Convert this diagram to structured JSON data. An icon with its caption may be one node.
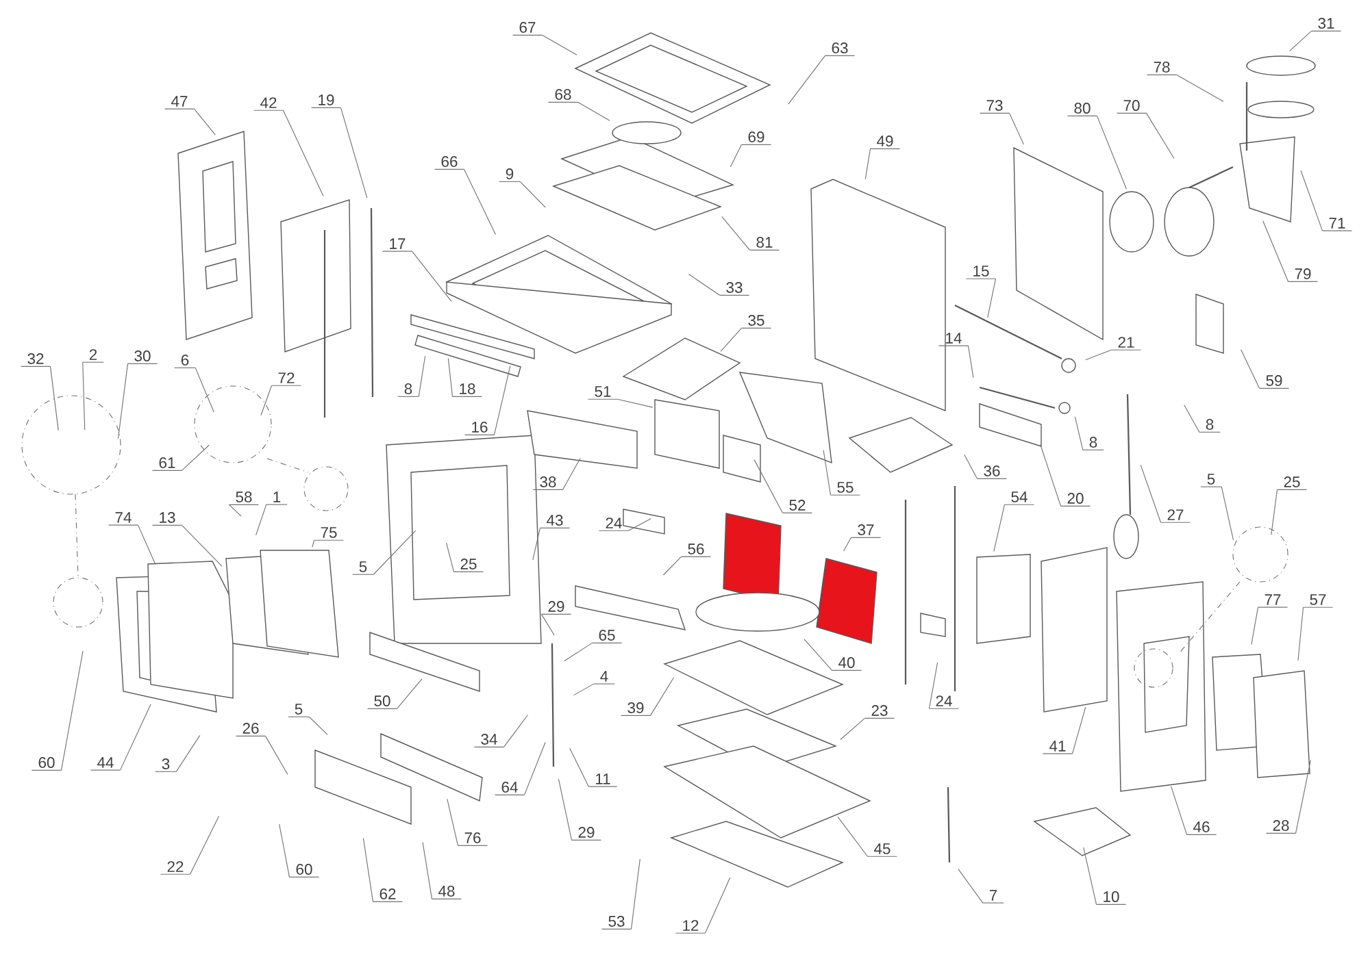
{
  "diagram": {
    "nodes": [
      {
        "text": [
          "67"
        ]
      },
      {
        "text": [
          "63"
        ]
      },
      {
        "text": [
          "31"
        ]
      },
      {
        "text": [
          "78"
        ]
      },
      {
        "text": [
          "68"
        ]
      },
      {
        "text": [
          "47"
        ]
      },
      {
        "text": [
          "42"
        ]
      },
      {
        "text": [
          "19"
        ]
      },
      {
        "text": [
          "73"
        ]
      },
      {
        "text": [
          "80"
        ]
      },
      {
        "text": [
          "70"
        ]
      },
      {
        "text": [
          "69"
        ]
      },
      {
        "text": [
          "49"
        ]
      },
      {
        "text": [
          "66"
        ]
      },
      {
        "text": [
          "9"
        ]
      },
      {
        "text": [
          "71"
        ]
      },
      {
        "text": [
          "81"
        ]
      },
      {
        "text": [
          "17"
        ]
      },
      {
        "text": [
          "79"
        ]
      },
      {
        "text": [
          "15"
        ]
      },
      {
        "text": [
          "33"
        ]
      },
      {
        "text": [
          "35"
        ]
      },
      {
        "text": [
          "14"
        ]
      },
      {
        "text": [
          "21"
        ]
      },
      {
        "text": [
          "32"
        ]
      },
      {
        "text": [
          "2"
        ]
      },
      {
        "text": [
          "30"
        ]
      },
      {
        "text": [
          "6"
        ]
      },
      {
        "text": [
          "72"
        ]
      },
      {
        "text": [
          "59"
        ]
      },
      {
        "text": [
          "8"
        ]
      },
      {
        "text": [
          "18"
        ]
      },
      {
        "text": [
          "51"
        ]
      },
      {
        "text": [
          "8"
        ]
      },
      {
        "text": [
          "16"
        ]
      },
      {
        "text": [
          "8"
        ]
      },
      {
        "text": [
          "61"
        ]
      },
      {
        "text": [
          "36"
        ]
      },
      {
        "text": [
          "38"
        ]
      },
      {
        "text": [
          "55"
        ]
      },
      {
        "text": [
          "5"
        ]
      },
      {
        "text": [
          "25"
        ]
      },
      {
        "text": [
          "20"
        ]
      },
      {
        "text": [
          "58"
        ]
      },
      {
        "text": [
          "1"
        ]
      },
      {
        "text": [
          "52"
        ]
      },
      {
        "text": [
          "27"
        ]
      },
      {
        "text": [
          "74"
        ]
      },
      {
        "text": [
          "13"
        ]
      },
      {
        "text": [
          "43"
        ]
      },
      {
        "text": [
          "24"
        ]
      },
      {
        "text": [
          "37"
        ]
      },
      {
        "text": [
          "75"
        ]
      },
      {
        "text": [
          "5"
        ]
      },
      {
        "text": [
          "25"
        ]
      },
      {
        "text": [
          "56"
        ]
      },
      {
        "text": [
          "54"
        ]
      },
      {
        "text": [
          "29"
        ]
      },
      {
        "text": [
          "77"
        ]
      },
      {
        "text": [
          "57"
        ]
      },
      {
        "text": [
          "65"
        ]
      },
      {
        "text": [
          "40"
        ]
      },
      {
        "text": [
          "4"
        ]
      },
      {
        "text": [
          "50"
        ]
      },
      {
        "text": [
          "24"
        ]
      },
      {
        "text": [
          "39"
        ]
      },
      {
        "text": [
          "5"
        ]
      },
      {
        "text": [
          "23"
        ]
      },
      {
        "text": [
          "26"
        ]
      },
      {
        "text": [
          "34"
        ]
      },
      {
        "text": [
          "41"
        ]
      },
      {
        "text": [
          "60"
        ]
      },
      {
        "text": [
          "44"
        ]
      },
      {
        "text": [
          "3"
        ]
      },
      {
        "text": [
          "11"
        ]
      },
      {
        "text": [
          "64"
        ]
      },
      {
        "text": [
          "46"
        ]
      },
      {
        "text": [
          "28"
        ]
      },
      {
        "text": [
          "29"
        ]
      },
      {
        "text": [
          "76"
        ]
      },
      {
        "text": [
          "45"
        ]
      },
      {
        "text": [
          "22"
        ]
      },
      {
        "text": [
          "60"
        ]
      },
      {
        "text": [
          "48"
        ]
      },
      {
        "text": [
          "62"
        ]
      },
      {
        "text": [
          "7"
        ]
      },
      {
        "text": [
          "10"
        ]
      },
      {
        "text": [
          "53"
        ]
      },
      {
        "text": [
          "12"
        ]
      }
    ],
    "edges": [
      {
        "from": 0,
        "to": null,
        "arrow": "none"
      },
      {
        "from": 1,
        "to": null,
        "arrow": "none"
      },
      {
        "from": 2,
        "to": null,
        "arrow": "none"
      },
      {
        "from": 3,
        "to": null,
        "arrow": "none"
      },
      {
        "from": 4,
        "to": null,
        "arrow": "none"
      },
      {
        "from": 5,
        "to": null,
        "arrow": "none"
      },
      {
        "from": 6,
        "to": null,
        "arrow": "none"
      },
      {
        "from": 7,
        "to": null,
        "arrow": "none"
      },
      {
        "from": 8,
        "to": null,
        "arrow": "none"
      },
      {
        "from": 9,
        "to": null,
        "arrow": "none"
      },
      {
        "from": 10,
        "to": null,
        "arrow": "none"
      },
      {
        "from": 11,
        "to": null,
        "arrow": "none"
      },
      {
        "from": 12,
        "to": null,
        "arrow": "none"
      },
      {
        "from": 13,
        "to": null,
        "arrow": "none"
      },
      {
        "from": 14,
        "to": null,
        "arrow": "none"
      },
      {
        "from": 15,
        "to": null,
        "arrow": "none"
      },
      {
        "from": 16,
        "to": null,
        "arrow": "none"
      },
      {
        "from": 17,
        "to": null,
        "arrow": "none"
      },
      {
        "from": 18,
        "to": null,
        "arrow": "none"
      },
      {
        "from": 19,
        "to": null,
        "arrow": "none"
      },
      {
        "from": 20,
        "to": null,
        "arrow": "none"
      },
      {
        "from": 21,
        "to": null,
        "arrow": "none"
      },
      {
        "from": 22,
        "to": null,
        "arrow": "none"
      },
      {
        "from": 23,
        "to": null,
        "arrow": "none"
      },
      {
        "from": 24,
        "to": null,
        "arrow": "none"
      },
      {
        "from": 25,
        "to": null,
        "arrow": "none"
      },
      {
        "from": 26,
        "to": null,
        "arrow": "none"
      },
      {
        "from": 27,
        "to": null,
        "arrow": "none"
      },
      {
        "from": 28,
        "to": null,
        "arrow": "none"
      },
      {
        "from": 29,
        "to": null,
        "arrow": "none"
      },
      {
        "from": 30,
        "to": null,
        "arrow": "none"
      },
      {
        "from": 31,
        "to": null,
        "arrow": "none"
      },
      {
        "from": 32,
        "to": null,
        "arrow": "none"
      },
      {
        "from": 33,
        "to": null,
        "arrow": "none"
      },
      {
        "from": 34,
        "to": null,
        "arrow": "none"
      },
      {
        "from": 35,
        "to": null,
        "arrow": "none"
      },
      {
        "from": 36,
        "to": null,
        "arrow": "none"
      },
      {
        "from": 37,
        "to": null,
        "arrow": "none"
      },
      {
        "from": 38,
        "to": null,
        "arrow": "none"
      },
      {
        "from": 39,
        "to": null,
        "arrow": "none"
      },
      {
        "from": 40,
        "to": null,
        "arrow": "none"
      },
      {
        "from": 41,
        "to": null,
        "arrow": "none"
      },
      {
        "from": 42,
        "to": null,
        "arrow": "none"
      },
      {
        "from": 43,
        "to": null,
        "arrow": "none"
      },
      {
        "from": 44,
        "to": null,
        "arrow": "none"
      },
      {
        "from": 45,
        "to": null,
        "arrow": "none"
      },
      {
        "from": 46,
        "to": null,
        "arrow": "none"
      },
      {
        "from": 47,
        "to": null,
        "arrow": "none"
      },
      {
        "from": 48,
        "to": null,
        "arrow": "none"
      },
      {
        "from": 49,
        "to": null,
        "arrow": "none"
      },
      {
        "from": 50,
        "to": null,
        "arrow": "none"
      },
      {
        "from": 51,
        "to": null,
        "arrow": "none"
      },
      {
        "from": 52,
        "to": null,
        "arrow": "none"
      },
      {
        "from": 53,
        "to": null,
        "arrow": "none"
      },
      {
        "from": 54,
        "to": null,
        "arrow": "none"
      },
      {
        "from": 55,
        "to": null,
        "arrow": "none"
      },
      {
        "from": 56,
        "to": null,
        "arrow": "none"
      },
      {
        "from": 57,
        "to": null,
        "arrow": "none"
      },
      {
        "from": 58,
        "to": null,
        "arrow": "none"
      },
      {
        "from": 59,
        "to": null,
        "arrow": "none"
      },
      {
        "from": 60,
        "to": null,
        "arrow": "none"
      },
      {
        "from": 61,
        "to": null,
        "arrow": "none"
      },
      {
        "from": 62,
        "to": null,
        "arrow": "none"
      },
      {
        "from": 63,
        "to": null,
        "arrow": "none"
      },
      {
        "from": 64,
        "to": null,
        "arrow": "none"
      },
      {
        "from": 65,
        "to": null,
        "arrow": "none"
      },
      {
        "from": 66,
        "to": null,
        "arrow": "none"
      },
      {
        "from": 67,
        "to": null,
        "arrow": "none"
      },
      {
        "from": 68,
        "to": null,
        "arrow": "none"
      },
      {
        "from": 69,
        "to": null,
        "arrow": "none"
      },
      {
        "from": 70,
        "to": null,
        "arrow": "none"
      },
      {
        "from": 71,
        "to": null,
        "arrow": "none"
      },
      {
        "from": 72,
        "to": null,
        "arrow": "none"
      },
      {
        "from": 73,
        "to": null,
        "arrow": "none"
      },
      {
        "from": 74,
        "to": null,
        "arrow": "none"
      },
      {
        "from": 75,
        "to": null,
        "arrow": "none"
      },
      {
        "from": 76,
        "to": null,
        "arrow": "none"
      },
      {
        "from": 77,
        "to": null,
        "arrow": "none"
      },
      {
        "from": 78,
        "to": null,
        "arrow": "none"
      },
      {
        "from": 79,
        "to": null,
        "arrow": "none"
      },
      {
        "from": 80,
        "to": null,
        "arrow": "none"
      },
      {
        "from": 81,
        "to": null,
        "arrow": "none"
      },
      {
        "from": 82,
        "to": null,
        "arrow": "none"
      },
      {
        "from": 83,
        "to": null,
        "arrow": "none"
      },
      {
        "from": 84,
        "to": null,
        "arrow": "none"
      },
      {
        "from": 85,
        "to": null,
        "arrow": "none"
      },
      {
        "from": 86,
        "to": null,
        "arrow": "none"
      },
      {
        "from": 87,
        "to": null,
        "arrow": "none"
      },
      {
        "from": 88,
        "to": null,
        "arrow": "none"
      }
    ]
  }
}
